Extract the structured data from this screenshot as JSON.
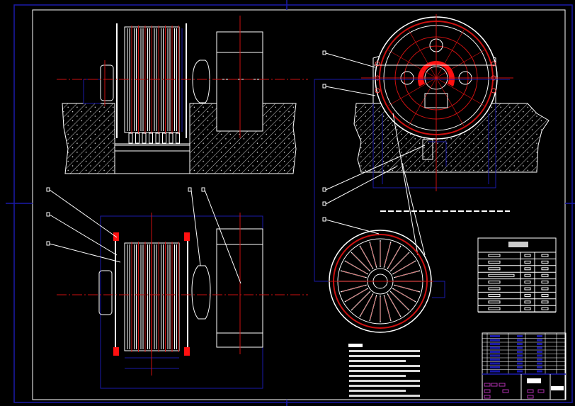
{
  "drawing": {
    "background": "#000000",
    "colors": {
      "outline": "#ffffff",
      "centerline": "#cc1111",
      "dimension": "#1a1aaa",
      "highlight": "#ff1010",
      "title_block_accent": "#b030b0"
    },
    "views": [
      "front-elevation",
      "side-elevation",
      "plan-view",
      "wheel-detail"
    ],
    "parts_table_rows": 9,
    "notes_lines": 10
  }
}
